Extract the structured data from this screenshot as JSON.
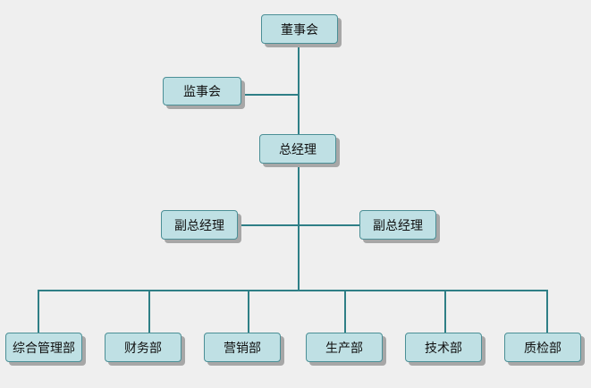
{
  "org_chart": {
    "board": "董事会",
    "supervisory_board": "监事会",
    "general_manager": "总经理",
    "deputy_general_manager_left": "副总经理",
    "deputy_general_manager_right": "副总经理",
    "departments": [
      "综合管理部",
      "财务部",
      "营销部",
      "生产部",
      "技术部",
      "质检部"
    ]
  },
  "colors": {
    "background": "#efefef",
    "node_fill": "#bfe0e4",
    "node_border": "#4b8f96",
    "connector": "#2f7f86",
    "shadow": "#a7a7a7"
  }
}
